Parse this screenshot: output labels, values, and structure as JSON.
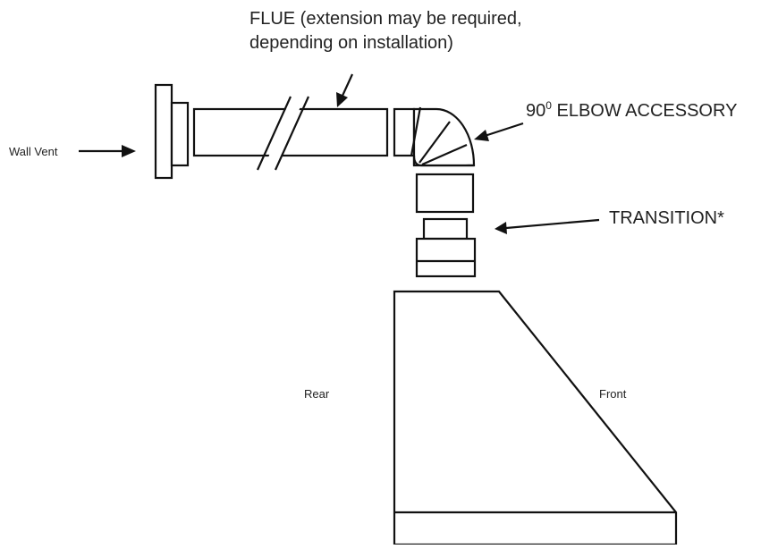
{
  "labels": {
    "flue_line1": "FLUE (extension may be required,",
    "flue_line2": "depending on installation)",
    "elbow_main": "90",
    "elbow_sup": "0",
    "elbow_rest": " ELBOW ACCESSORY",
    "transition": "TRANSITION*",
    "wall_vent": "Wall Vent",
    "rear": "Rear",
    "front": "Front"
  },
  "colors": {
    "line": "#111111",
    "text": "#222222",
    "background": "#ffffff"
  }
}
